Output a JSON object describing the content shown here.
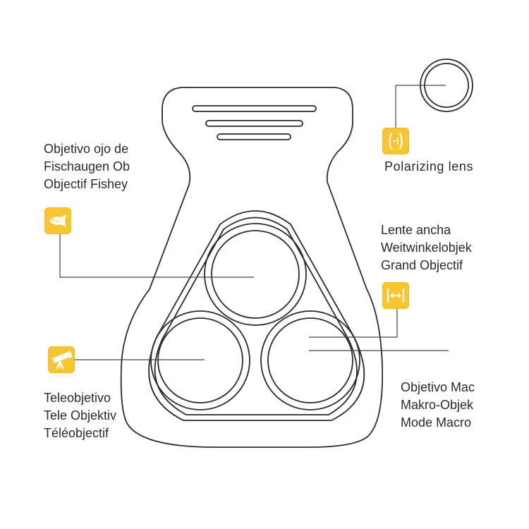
{
  "colors": {
    "outline": "#2b2b2b",
    "badge": "#f7c52f",
    "badge_icon": "#ffffff",
    "text": "#2a2a2a",
    "background": "#ffffff"
  },
  "labels": {
    "fisheye": {
      "icon": "fish-icon",
      "lines": [
        "Objetivo ojo de",
        "Fischaugen Ob",
        "Objectif Fishey"
      ]
    },
    "polarizing": {
      "icon": "polarizer-bracket-icon",
      "lines": [
        "Polarizing lens"
      ]
    },
    "wide": {
      "icon": "wide-angle-arrows-icon",
      "lines": [
        "Lente ancha",
        "Weitwinkelobjek",
        "Grand Objectif"
      ]
    },
    "tele": {
      "icon": "telescope-icon",
      "lines": [
        "Teleobjetivo",
        "Tele Objektiv",
        "Téléobjectif"
      ]
    },
    "macro": {
      "lines": [
        "Objetivo Mac",
        "Makro-Objek",
        "Mode Macro"
      ]
    }
  }
}
